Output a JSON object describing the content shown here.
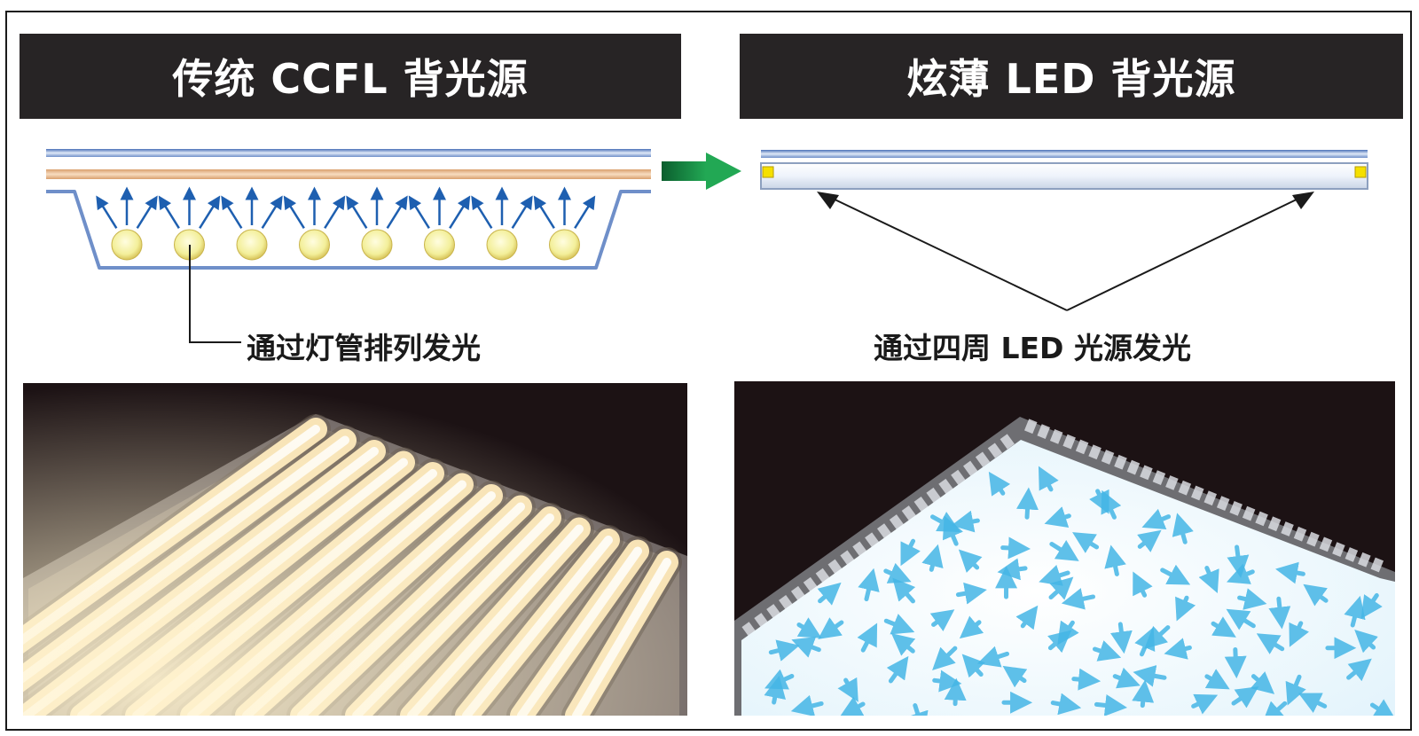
{
  "diagram": {
    "left": {
      "title": "传统 CCFL 背光源",
      "caption": "通过灯管排列发光"
    },
    "right": {
      "title": "炫薄 LED 背光源",
      "caption": "通过四周 LED 光源发光"
    }
  },
  "colors": {
    "banner_bg": "#272425",
    "panel_blue": "#6f8fc9",
    "diffuser_orange": "#e8b98a",
    "lamp_yellow": "#f3ef9a",
    "ray_blue": "#1e5fb0",
    "arrow_green": "#0f7a3c",
    "led_yellow": "#f5e000",
    "ccfl_glow": "#fff6dc",
    "led_glow_arrow": "#5ec3ea"
  }
}
